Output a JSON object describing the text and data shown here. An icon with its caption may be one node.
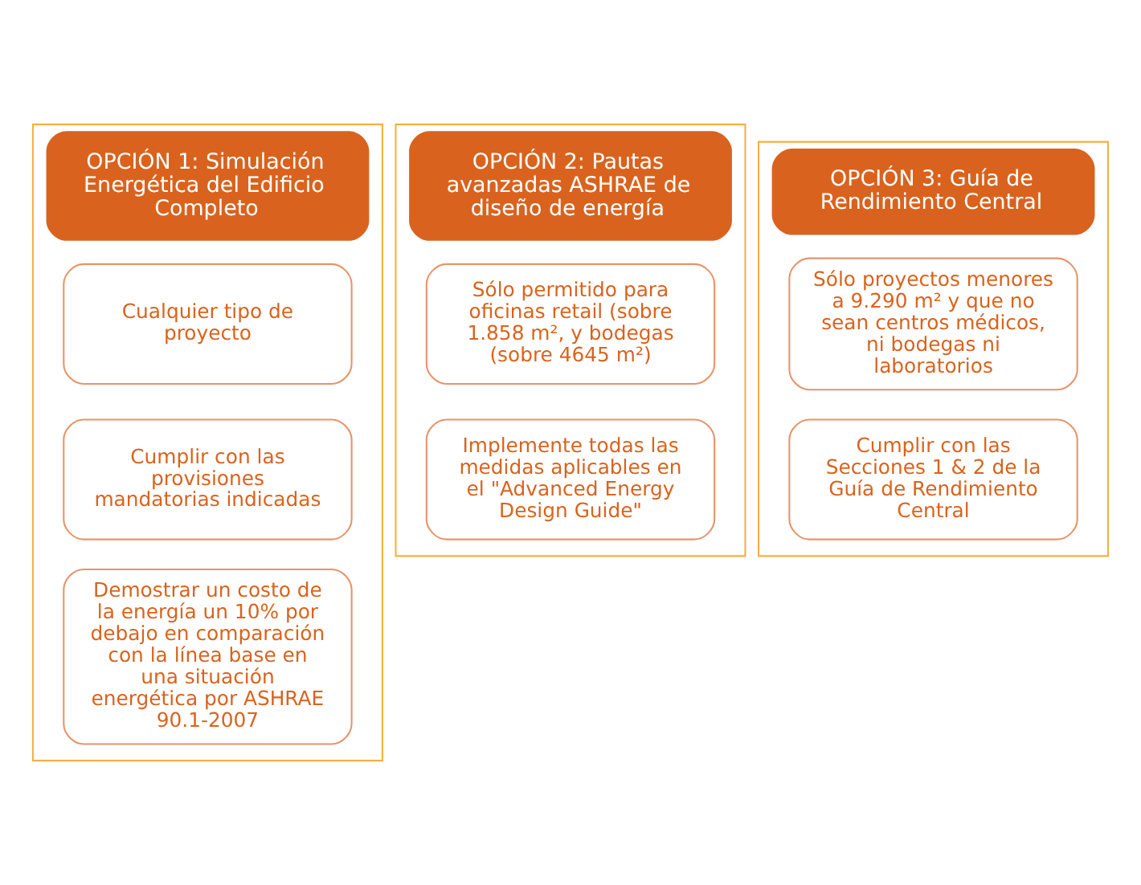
{
  "diagram": {
    "nodes": [
      {
        "text": [
          "OPCIÓN 1: Simulación Energética del Edificio Completo"
        ]
      },
      {
        "text": [
          "Cualquier tipo de proyecto"
        ],
        "in": 0
      },
      {
        "text": [
          "Cumplir con las provisiones mandatorias indicadas"
        ],
        "in": 0
      },
      {
        "text": [
          "Demostrar un costo de la energía un 10% por debajo en comparación con la línea base en una situación energética por ASHRAE 90.1-2007"
        ],
        "in": 0
      },
      {
        "text": [
          "OPCIÓN 2: Pautas avanzadas ASHRAE de diseño de energía"
        ]
      },
      {
        "text": [
          "Sólo permitido para oficinas retail (sobre 1.858 m², y bodegas (sobre 4645 m²)"
        ],
        "in": 4
      },
      {
        "text": [
          "Implemente todas las medidas aplicables en el \"Advanced Energy Design Guide\""
        ],
        "in": 4
      },
      {
        "text": [
          "OPCIÓN 3: Guía de Rendimiento Central"
        ]
      },
      {
        "text": [
          "Sólo proyectos menores a 9.290 m² y que no sean centros médicos, ni bodegas ni laboratorios"
        ],
        "in": 7
      },
      {
        "text": [
          "Cumplir con las Secciones 1 & 2 de la Guía de Rendimiento Central"
        ],
        "in": 7
      }
    ],
    "edges": []
  }
}
